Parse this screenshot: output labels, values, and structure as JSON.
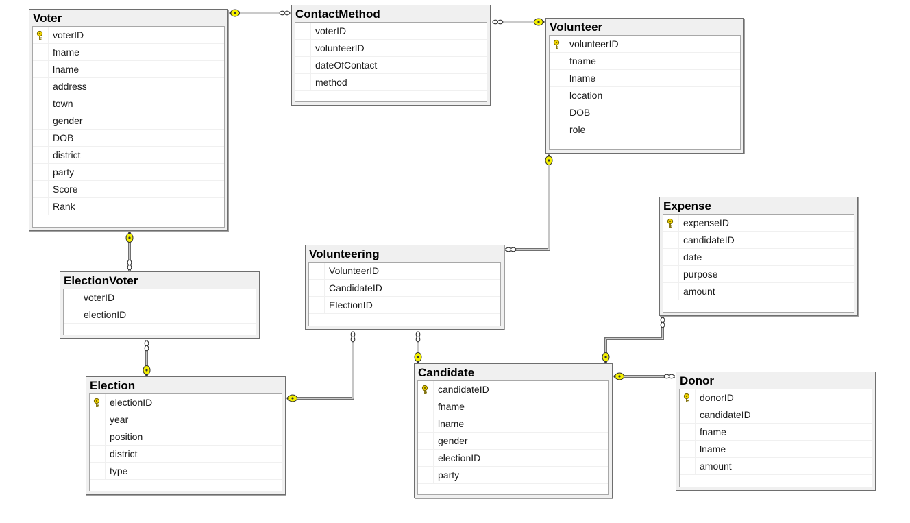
{
  "tables": {
    "voter": {
      "title": "Voter",
      "fields": [
        {
          "name": "voterID",
          "pk": true
        },
        {
          "name": "fname"
        },
        {
          "name": "lname"
        },
        {
          "name": "address"
        },
        {
          "name": "town"
        },
        {
          "name": "gender"
        },
        {
          "name": "DOB"
        },
        {
          "name": "district"
        },
        {
          "name": "party"
        },
        {
          "name": "Score"
        },
        {
          "name": "Rank"
        }
      ]
    },
    "contactmethod": {
      "title": "ContactMethod",
      "fields": [
        {
          "name": "voterID"
        },
        {
          "name": "volunteerID"
        },
        {
          "name": "dateOfContact"
        },
        {
          "name": "method"
        }
      ]
    },
    "volunteer": {
      "title": "Volunteer",
      "fields": [
        {
          "name": "volunteerID",
          "pk": true
        },
        {
          "name": "fname"
        },
        {
          "name": "lname"
        },
        {
          "name": "location"
        },
        {
          "name": "DOB"
        },
        {
          "name": "role"
        }
      ]
    },
    "expense": {
      "title": "Expense",
      "fields": [
        {
          "name": "expenseID",
          "pk": true
        },
        {
          "name": "candidateID"
        },
        {
          "name": "date"
        },
        {
          "name": "purpose"
        },
        {
          "name": "amount"
        }
      ]
    },
    "volunteering": {
      "title": "Volunteering",
      "fields": [
        {
          "name": "VolunteerID"
        },
        {
          "name": "CandidateID"
        },
        {
          "name": "ElectionID"
        }
      ]
    },
    "electionvoter": {
      "title": "ElectionVoter",
      "fields": [
        {
          "name": "voterID"
        },
        {
          "name": "electionID"
        }
      ]
    },
    "election": {
      "title": "Election",
      "fields": [
        {
          "name": "electionID",
          "pk": true
        },
        {
          "name": "year"
        },
        {
          "name": "position"
        },
        {
          "name": "district"
        },
        {
          "name": "type"
        }
      ]
    },
    "candidate": {
      "title": "Candidate",
      "fields": [
        {
          "name": "candidateID",
          "pk": true
        },
        {
          "name": "fname"
        },
        {
          "name": "lname"
        },
        {
          "name": "gender"
        },
        {
          "name": "electionID"
        },
        {
          "name": "party"
        }
      ]
    },
    "donor": {
      "title": "Donor",
      "fields": [
        {
          "name": "donorID",
          "pk": true
        },
        {
          "name": "candidateID"
        },
        {
          "name": "fname"
        },
        {
          "name": "lname"
        },
        {
          "name": "amount"
        }
      ]
    }
  },
  "relationships": [
    {
      "one": "voter",
      "many": "contactmethod"
    },
    {
      "one": "volunteer",
      "many": "contactmethod"
    },
    {
      "one": "voter",
      "many": "electionvoter"
    },
    {
      "one": "election",
      "many": "electionvoter"
    },
    {
      "one": "volunteer",
      "many": "volunteering"
    },
    {
      "one": "election",
      "many": "volunteering"
    },
    {
      "one": "candidate",
      "many": "volunteering"
    },
    {
      "one": "candidate",
      "many": "expense"
    },
    {
      "one": "candidate",
      "many": "donor"
    }
  ],
  "colors": {
    "key": "#f4f000",
    "line": "#707070"
  }
}
